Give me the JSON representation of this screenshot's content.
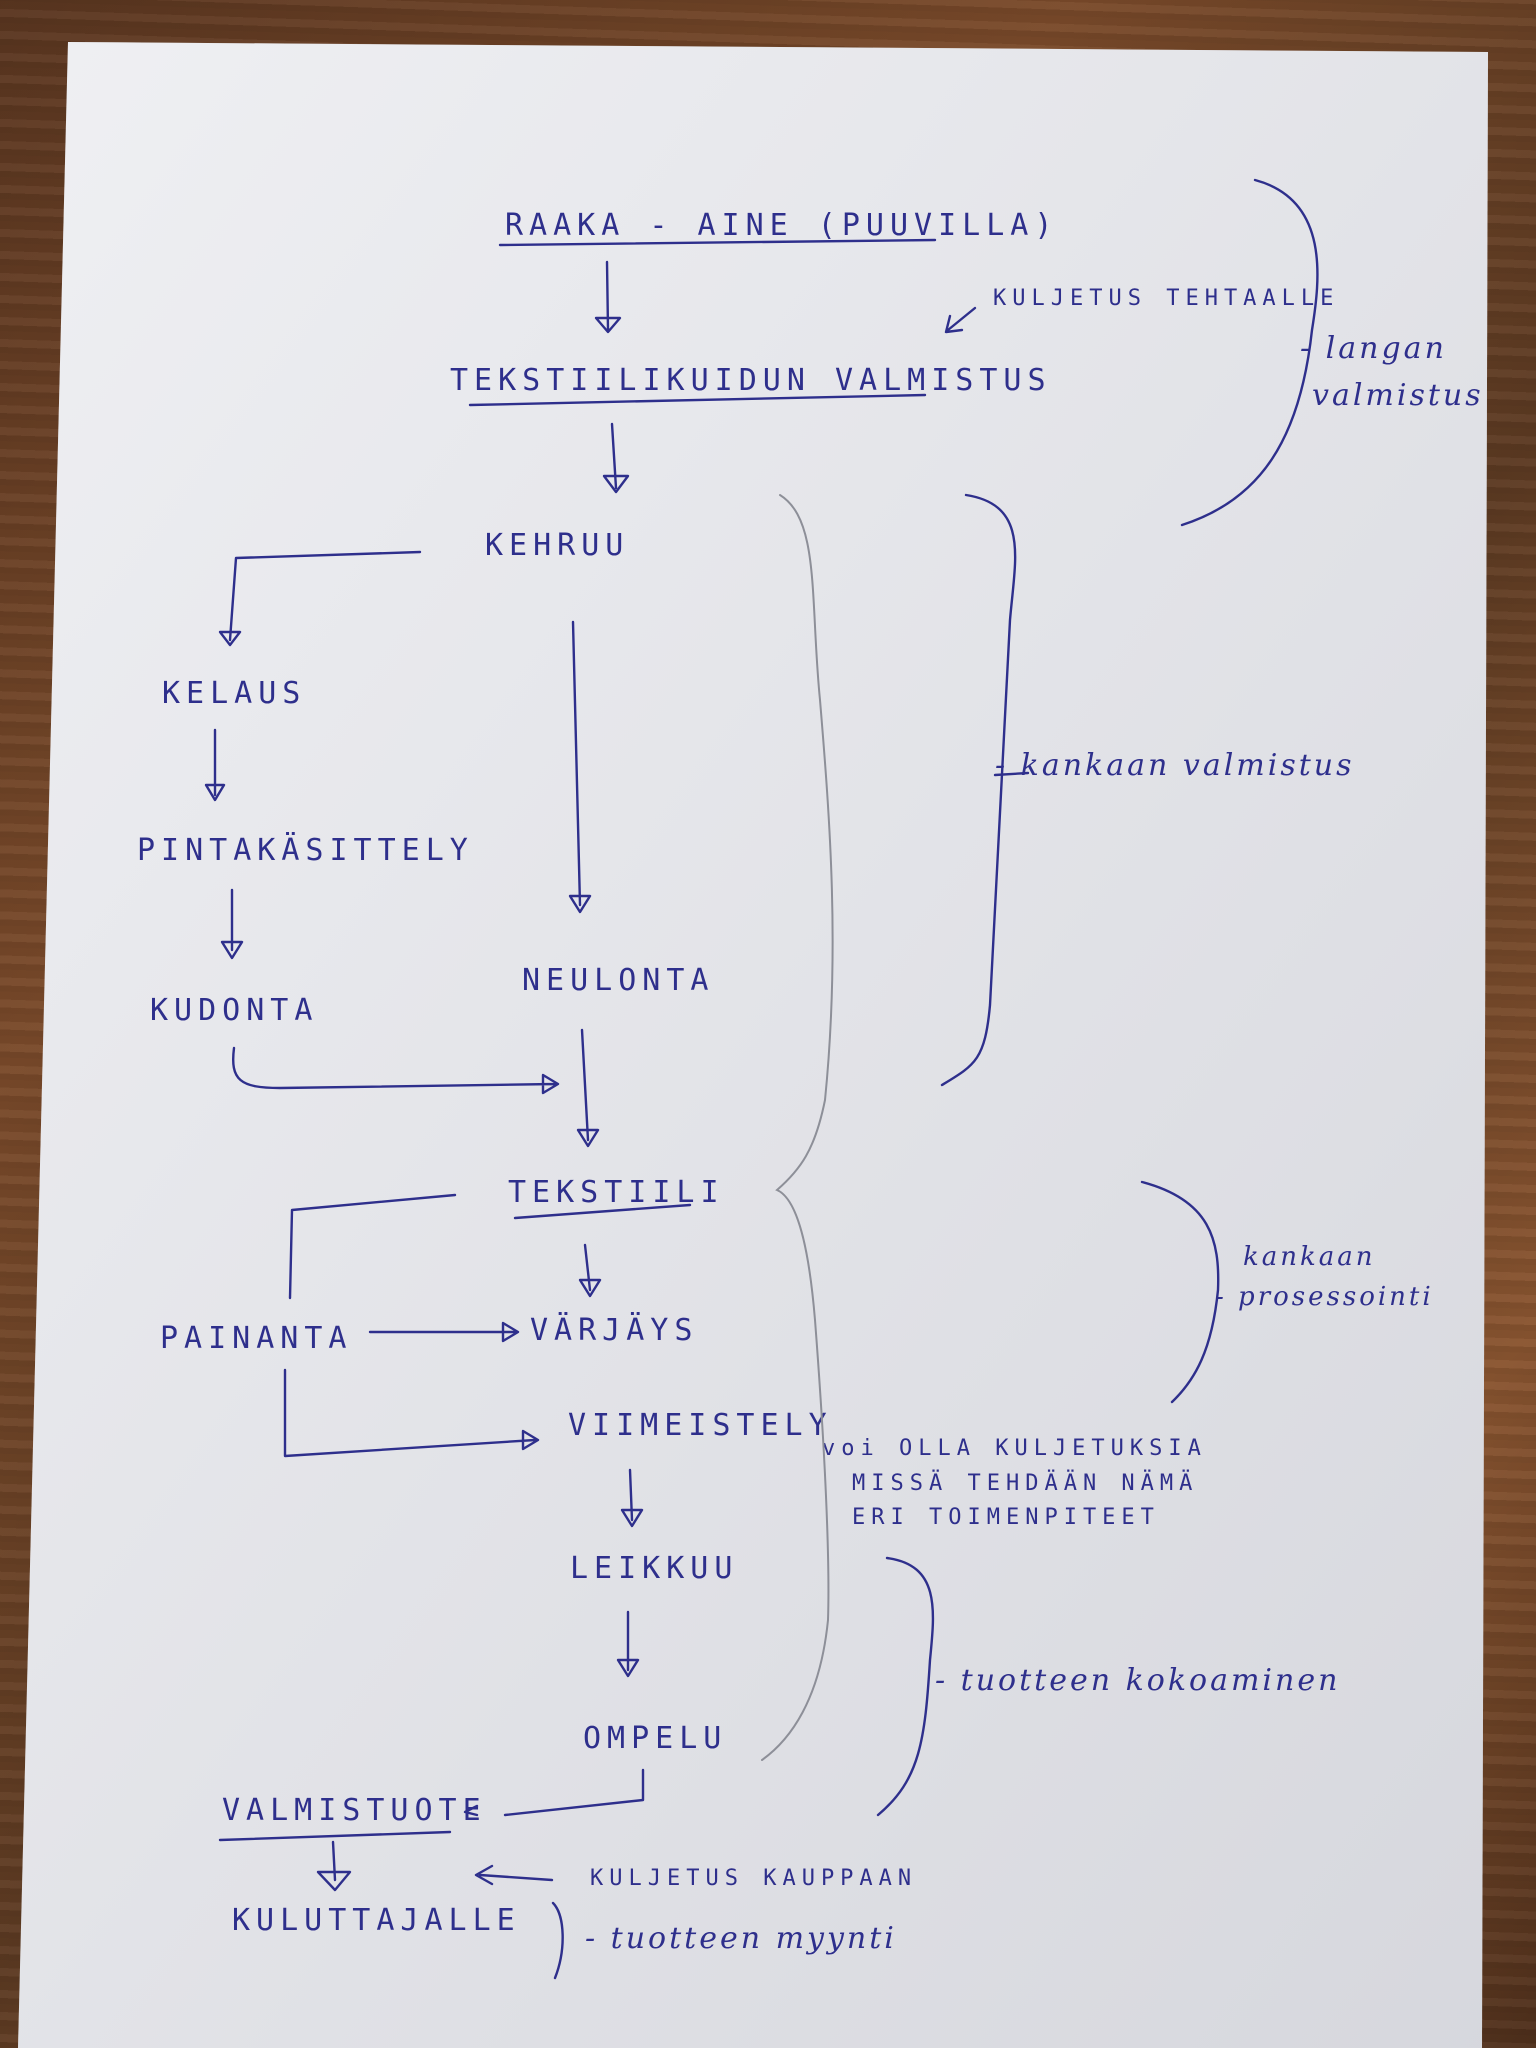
{
  "flow": {
    "raw_material": "RAAKA - AINE (PUUVILLA)",
    "fiber_production": "TEKSTIILIKUIDUN VALMISTUS",
    "spinning": "KEHRUU",
    "winding": "KELAUS",
    "surface_treatment": "PINTAKÄSITTELY",
    "weaving": "KUDONTA",
    "knitting": "NEULONTA",
    "textile": "TEKSTIILI",
    "printing": "PAINANTA",
    "dyeing": "VÄRJÄYS",
    "finishing": "VIIMEISTELY",
    "cutting": "LEIKKUU",
    "sewing": "OMPELU",
    "finished_product": "VALMISTUOTE",
    "to_consumer": "KULUTTAJALLE"
  },
  "notes": {
    "transport_factory": "KULJETUS TEHTAALLE",
    "transport_store": "KULJETUS KAUPPAAN",
    "transport_note_line1": "voi OLLA KULJETUKSIA",
    "transport_note_line2": "MISSÄ TEHDÄÄN NÄMÄ",
    "transport_note_line3": "ERI TOIMENPITEET"
  },
  "brackets": {
    "yarn_line1": "- langan",
    "yarn_line2": "valmistus",
    "fabric": "- kankaan valmistus",
    "processing_line1": "kankaan",
    "processing_line2": "- prosessointi",
    "assembly": "- tuotteen kokoaminen",
    "sales": "- tuotteen myynti"
  },
  "colors": {
    "ink": "#2e2f8c",
    "paper": "#e7e7ec",
    "pencil": "#8d8f98"
  }
}
